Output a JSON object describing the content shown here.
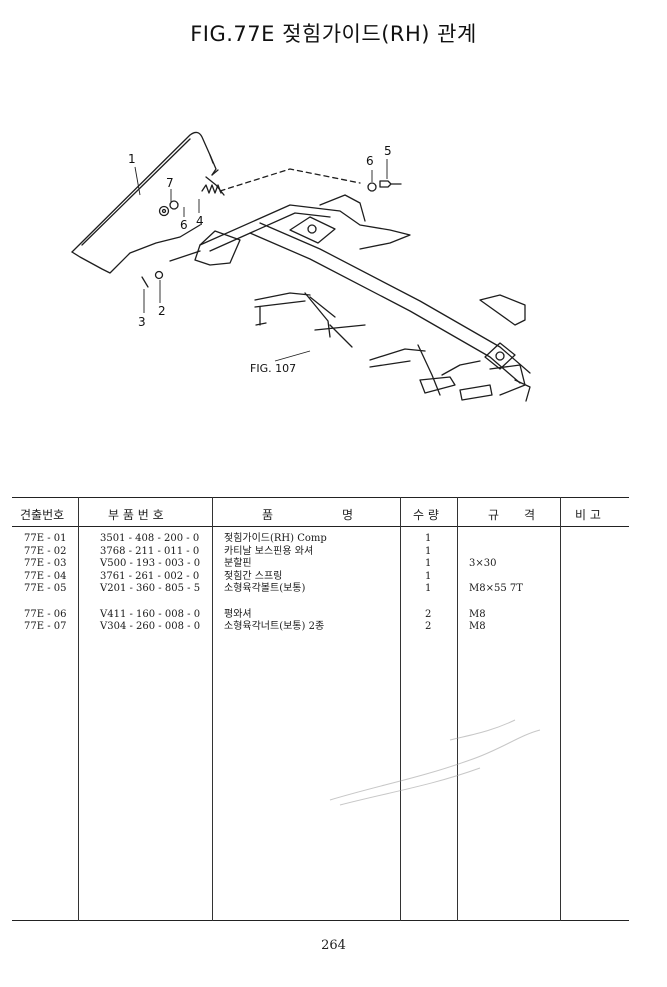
{
  "title": "FIG.77E 젖힘가이드(RH) 관계",
  "diagram": {
    "callouts": [
      "1",
      "2",
      "3",
      "4",
      "5",
      "6",
      "6",
      "7"
    ],
    "ref_label": "FIG. 107"
  },
  "table": {
    "headers": {
      "no": "견출번호",
      "part_no": "부 품 번 호",
      "name_1": "품",
      "name_2": "명",
      "qty": "수 량",
      "spec_1": "규",
      "spec_2": "격",
      "remark": "비 고"
    },
    "rows": [
      {
        "no": "77E - 01",
        "part_no": "3501 - 408 - 200 - 0",
        "name": "젖힘가이드(RH) Comp",
        "qty": "1",
        "spec": ""
      },
      {
        "no": "77E - 02",
        "part_no": "3768 - 211 - 011 - 0",
        "name": "카티날 보스핀용 와셔",
        "qty": "1",
        "spec": ""
      },
      {
        "no": "77E - 03",
        "part_no": "V500 - 193 - 003 - 0",
        "name": "분할핀",
        "qty": "1",
        "spec": "3×30"
      },
      {
        "no": "77E - 04",
        "part_no": "3761 - 261 - 002 - 0",
        "name": "젖힘간 스프링",
        "qty": "1",
        "spec": ""
      },
      {
        "no": "77E - 05",
        "part_no": "V201 - 360 - 805 - 5",
        "name": "소형육각볼트(보통)",
        "qty": "1",
        "spec": "M8×55 7T"
      },
      {
        "no": "77E - 06",
        "part_no": "V411 - 160 - 008 - 0",
        "name": "평와셔",
        "qty": "2",
        "spec": "M8"
      },
      {
        "no": "77E - 07",
        "part_no": "V304 - 260 - 008 - 0",
        "name": "소형육각너트(보통) 2종",
        "qty": "2",
        "spec": "M8"
      }
    ]
  },
  "page_number": "264"
}
